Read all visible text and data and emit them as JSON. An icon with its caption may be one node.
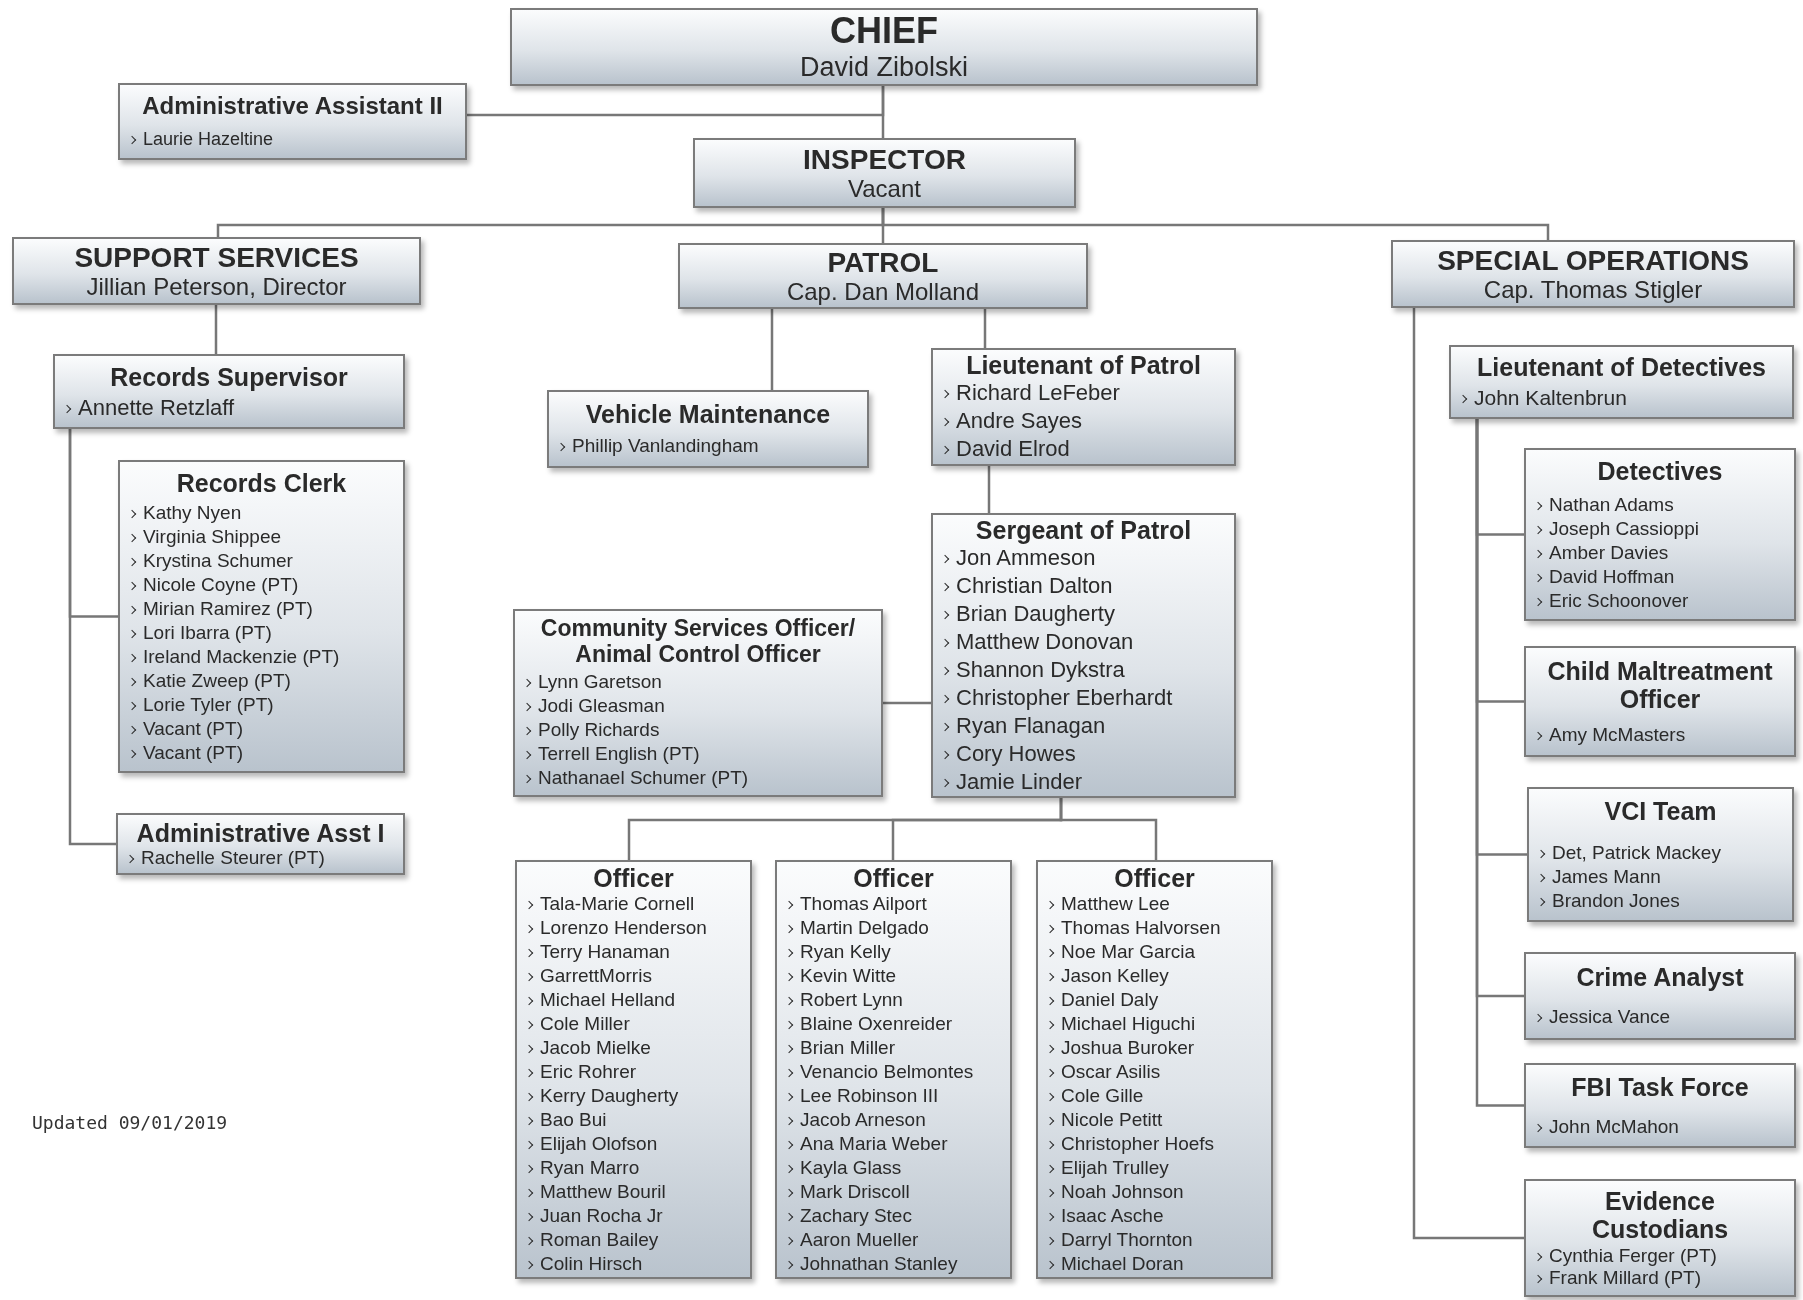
{
  "diagram": {
    "nodes": [
      {
        "text": [
          "CHIEF",
          "David Zibolski"
        ]
      },
      {
        "text": [
          "Administrative Assistant II",
          "Laurie Hazeltine"
        ]
      },
      {
        "text": [
          "INSPECTOR",
          "Vacant"
        ]
      },
      {
        "text": [
          "SUPPORT SERVICES",
          "Jillian Peterson, Director"
        ]
      },
      {
        "text": [
          "PATROL",
          "Cap. Dan Molland"
        ]
      },
      {
        "text": [
          "SPECIAL OPERATIONS",
          "Cap. Thomas Stigler"
        ]
      },
      {
        "text": [
          "Records Supervisor",
          "Annette Retzlaff"
        ]
      },
      {
        "text": [
          "Records Clerk",
          "Kathy Nyen",
          "Virginia Shippee",
          "Krystina Schumer",
          "Nicole Coyne (PT)",
          "Mirian Ramirez (PT)",
          "Lori Ibarra (PT)",
          "Ireland Mackenzie (PT)",
          "Katie Zweep (PT)",
          "Lorie Tyler (PT)",
          "Vacant (PT)",
          "Vacant (PT)"
        ]
      },
      {
        "text": [
          "Administrative Asst I",
          "Rachelle Steurer (PT)"
        ]
      },
      {
        "text": [
          "Vehicle Maintenance",
          "Phillip Vanlandingham"
        ]
      },
      {
        "text": [
          "Lieutenant of Patrol",
          "Richard LeFeber",
          "Andre Sayes",
          "David Elrod"
        ]
      },
      {
        "text": [
          "Sergeant of Patrol",
          "Jon Ammeson",
          "Christian Dalton",
          "Brian Daugherty",
          "Matthew Donovan",
          "Shannon Dykstra",
          "Christopher Eberhardt",
          "Ryan Flanagan",
          "Cory Howes",
          "Jamie Linder"
        ]
      },
      {
        "text": [
          "Community Services Officer/ Animal Control Officer",
          "Lynn Garetson",
          "Jodi Gleasman",
          "Polly Richards",
          "Terrell English (PT)",
          "Nathanael Schumer (PT)"
        ]
      },
      {
        "text": [
          "Officer",
          "Tala-Marie Cornell",
          "Lorenzo Henderson",
          "Terry Hanaman",
          "GarrettMorris",
          "Michael Helland",
          "Cole Miller",
          "Jacob Mielke",
          "Eric Rohrer",
          "Kerry Daugherty",
          "Bao Bui",
          "Elijah Olofson",
          "Ryan Marro",
          "Matthew Bouril",
          "Juan Rocha Jr",
          "Roman Bailey",
          "Colin Hirsch"
        ]
      },
      {
        "text": [
          "Officer",
          "Thomas Ailport",
          "Martin Delgado",
          "Ryan Kelly",
          "Kevin Witte",
          "Robert Lynn",
          "Blaine Oxenreider",
          "Brian Miller",
          "Venancio Belmontes",
          "Lee Robinson III",
          "Jacob Arneson",
          "Ana Maria Weber",
          "Kayla Glass",
          "Mark Driscoll",
          "Zachary Stec",
          "Aaron Mueller",
          "Johnathan Stanley"
        ]
      },
      {
        "text": [
          "Officer",
          "Matthew Lee",
          "Thomas Halvorsen",
          "Noe Mar Garcia",
          "Jason Kelley",
          "Daniel Daly",
          "Michael Higuchi",
          "Joshua Buroker",
          "Oscar Asilis",
          "Cole Gille",
          "Nicole Petitt",
          "Christopher Hoefs",
          "Elijah Trulley",
          "Noah Johnson",
          "Isaac Asche",
          "Darryl Thornton",
          "Michael Doran"
        ]
      },
      {
        "text": [
          "Lieutenant of Detectives",
          "John Kaltenbrun"
        ]
      },
      {
        "text": [
          "Detectives",
          "Nathan Adams",
          "Joseph Cassioppi",
          "Amber Davies",
          "David Hoffman",
          "Eric Schoonover"
        ]
      },
      {
        "text": [
          "Child Maltreatment Officer",
          "Amy McMasters"
        ]
      },
      {
        "text": [
          "VCI Team",
          "Det, Patrick Mackey",
          "James Mann",
          "Brandon Jones"
        ]
      },
      {
        "text": [
          "Crime Analyst",
          "Jessica Vance"
        ]
      },
      {
        "text": [
          "FBI Task Force",
          "John McMahon"
        ]
      },
      {
        "text": [
          "Evidence Custodians",
          "Cynthia Ferger (PT)",
          "Frank Millard (PT)"
        ]
      }
    ],
    "edges": [
      {
        "from": 0,
        "to": 1,
        "arrow": "none"
      },
      {
        "from": 0,
        "to": 2,
        "arrow": "none"
      },
      {
        "from": 2,
        "to": 3,
        "arrow": "none"
      },
      {
        "from": 2,
        "to": 4,
        "arrow": "none"
      },
      {
        "from": 2,
        "to": 5,
        "arrow": "none"
      },
      {
        "from": 3,
        "to": 6,
        "arrow": "none"
      },
      {
        "from": 6,
        "to": 7,
        "arrow": "none"
      },
      {
        "from": 6,
        "to": 8,
        "arrow": "none"
      },
      {
        "from": 4,
        "to": 9,
        "arrow": "none"
      },
      {
        "from": 4,
        "to": 10,
        "arrow": "none"
      },
      {
        "from": 10,
        "to": 11,
        "arrow": "none"
      },
      {
        "from": 11,
        "to": 12,
        "arrow": "none"
      },
      {
        "from": 11,
        "to": 13,
        "arrow": "none"
      },
      {
        "from": 11,
        "to": 14,
        "arrow": "none"
      },
      {
        "from": 11,
        "to": 15,
        "arrow": "none"
      },
      {
        "from": 16,
        "to": 17,
        "arrow": "none"
      },
      {
        "from": 16,
        "to": 18,
        "arrow": "none"
      },
      {
        "from": 16,
        "to": 19,
        "arrow": "none"
      },
      {
        "from": 16,
        "to": 20,
        "arrow": "none"
      },
      {
        "from": 16,
        "to": 21,
        "arrow": "none"
      },
      {
        "from": 5,
        "to": 22,
        "arrow": "none"
      }
    ],
    "labels": [
      "Updated 09/01/2019"
    ]
  }
}
